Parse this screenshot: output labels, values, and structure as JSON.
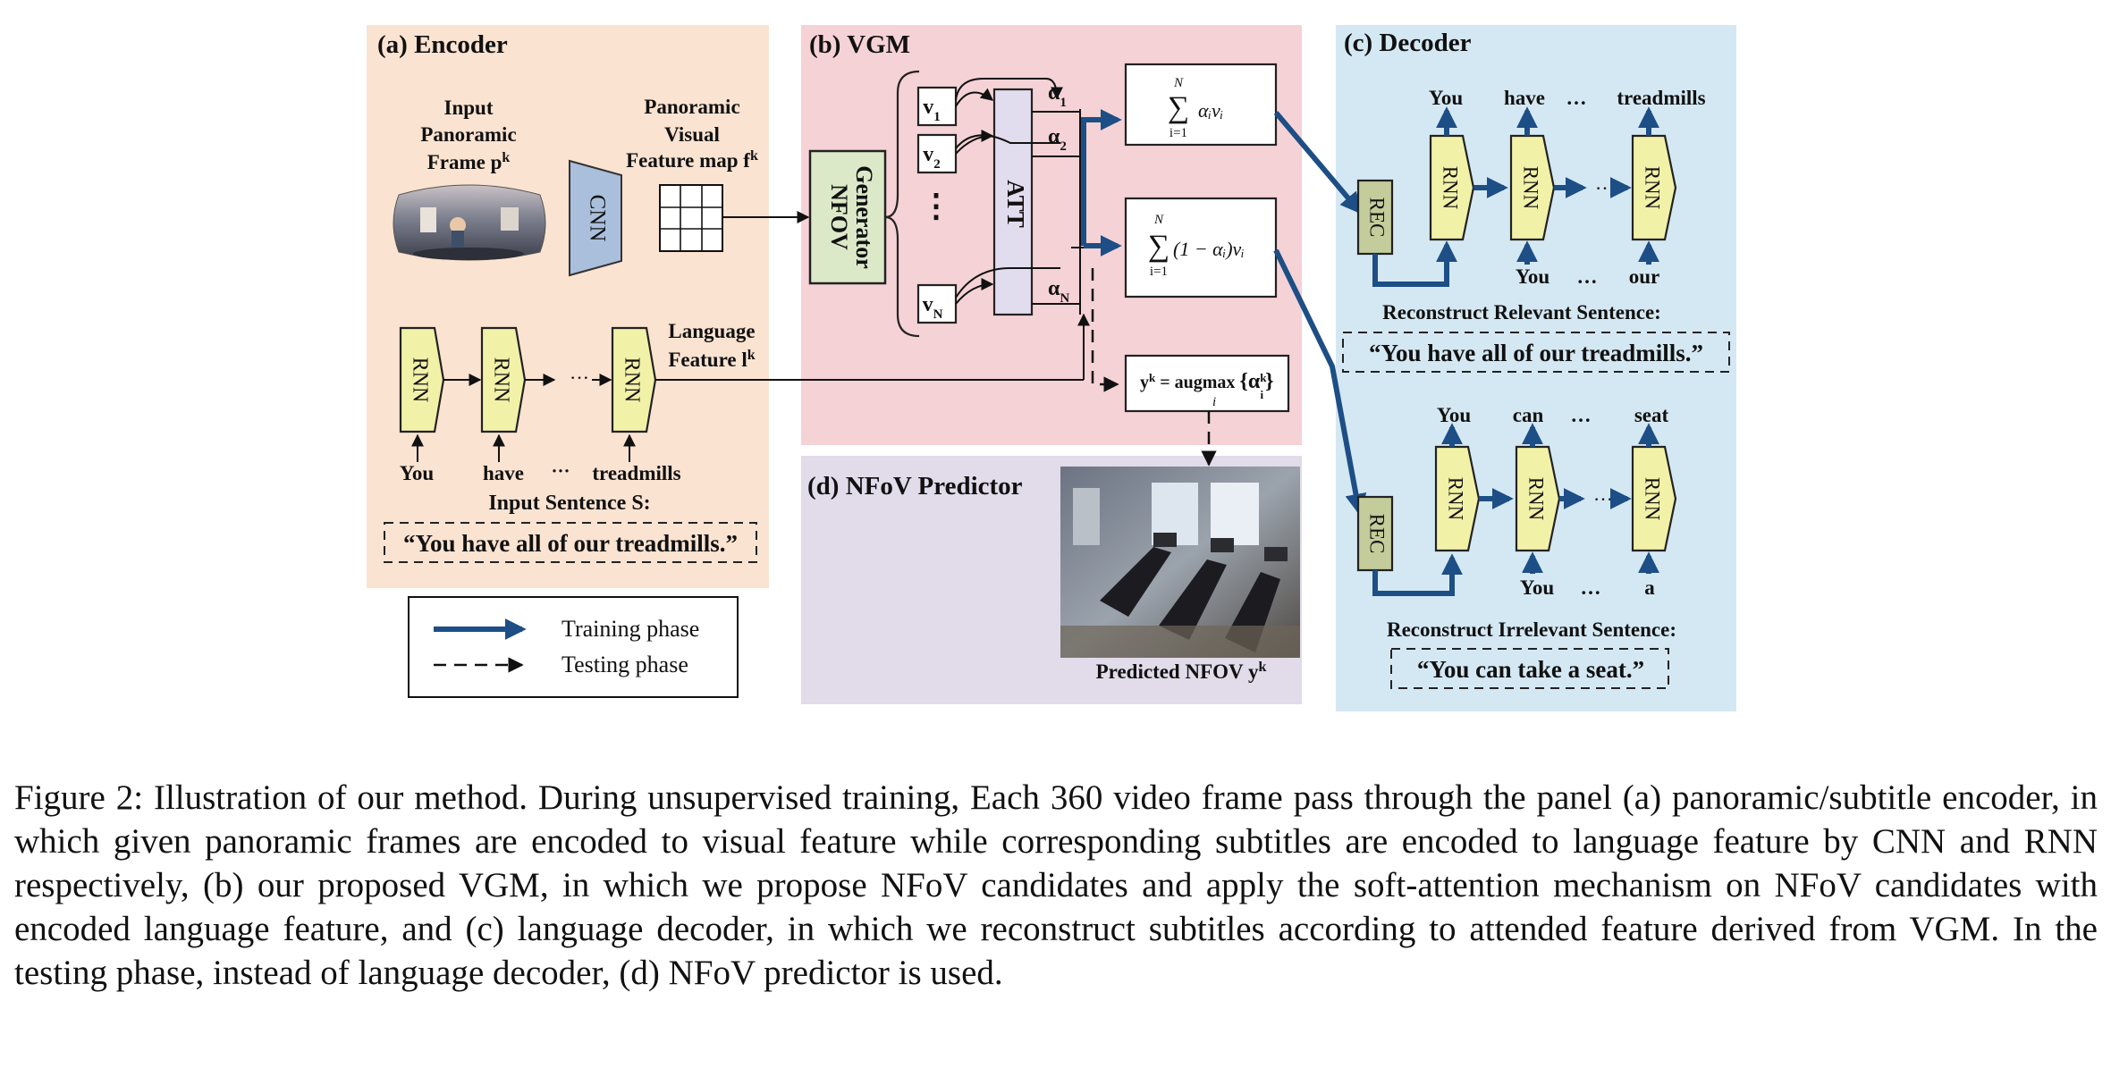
{
  "panels": {
    "encoder": "(a) Encoder",
    "vgm": "(b) VGM",
    "decoder": "(c) Decoder",
    "predictor": "(d) NFoV Predictor"
  },
  "encoder": {
    "input_label_l1": "Input",
    "input_label_l2": "Panoramic",
    "input_label_l3": "Frame p",
    "input_sup": "k",
    "feat_label_l1": "Panoramic",
    "feat_label_l2": "Visual",
    "feat_label_l3": "Feature map f",
    "feat_sup": "k",
    "cnn": "CNN",
    "rnn": "RNN",
    "dots": "···",
    "lang_label_l1": "Language",
    "lang_label_l2": "Feature l",
    "lang_sup": "k",
    "word1": "You",
    "word2": "have",
    "word_dots": "···",
    "word3": "treadmills",
    "sentence_title": "Input Sentence S:",
    "sentence": "“You have all of our treadmills.”"
  },
  "vgm": {
    "generator_l1": "NFOV",
    "generator_l2": "Generator",
    "v1": "v",
    "v1_sub": "1",
    "v2": "v",
    "v2_sub": "2",
    "vn": "v",
    "vn_sub": "N",
    "vdots": "⋮",
    "att": "ATT",
    "a1": "α",
    "a1_sub": "1",
    "a2": "α",
    "a2_sub": "2",
    "an": "α",
    "an_sub": "N",
    "sum1": "∑",
    "sum1_top": "N",
    "sum1_bot": "i=1",
    "sum1_expr": "αᵢvᵢ",
    "sum2": "∑",
    "sum2_top": "N",
    "sum2_bot": "i=1",
    "sum2_expr": "(1 − αᵢ)vᵢ",
    "argmax_lhs": "y",
    "argmax_sup": "k",
    "argmax_mid": " = augmax ",
    "argmax_set": "{α",
    "argmax_set_sup": "k",
    "argmax_set_sub": "i",
    "argmax_close": "}",
    "argmax_under": "i"
  },
  "predictor": {
    "caption": "Predicted NFOV y",
    "caption_sup": "k"
  },
  "legend": {
    "training": "Training phase",
    "testing": "Testing phase"
  },
  "decoder": {
    "rec": "REC",
    "rnn": "RNN",
    "top_out_1": "You",
    "top_out_2": "have",
    "top_out_dots": "…",
    "top_out_3": "treadmills",
    "top_in_1": "You",
    "top_in_dots": "…",
    "top_in_2": "our",
    "mid_dots": "…",
    "relevant_title": "Reconstruct Relevant Sentence:",
    "relevant_sentence": "“You have all of our treadmills.”",
    "bot_out_1": "You",
    "bot_out_2": "can",
    "bot_out_dots": "…",
    "bot_out_3": "seat",
    "bot_in_1": "You",
    "bot_in_dots": "…",
    "bot_in_2": "a",
    "irrelevant_title": "Reconstruct Irrelevant Sentence:",
    "irrelevant_sentence": "“You can take a seat.”"
  },
  "caption": "Figure 2: Illustration of our method. During unsupervised training, Each 360 video frame pass through the panel (a) panoramic/subtitle encoder, in which given panoramic frames are encoded to visual feature while corresponding subtitles are encoded to language feature by CNN and RNN respectively, (b) our proposed VGM, in which we propose NFoV candidates and apply the soft-attention mechanism on NFoV candidates with encoded language feature, and (c) language decoder, in which we reconstruct subtitles according to attended feature derived from VGM. In the testing phase, instead of language decoder, (d) NFoV predictor is used.",
  "colors": {
    "encoder_bg": "#fbe3d1",
    "vgm_bg": "#f5d2d6",
    "predictor_bg": "#e2dbea",
    "decoder_bg": "#d4e8f3",
    "cnn": "#a9bfdc",
    "rnn": "#f2f1a8",
    "rec": "#c3cc9a",
    "att": "#e1ddef",
    "generator": "#dce9c8",
    "arrow_blue": "#1d4e86"
  }
}
